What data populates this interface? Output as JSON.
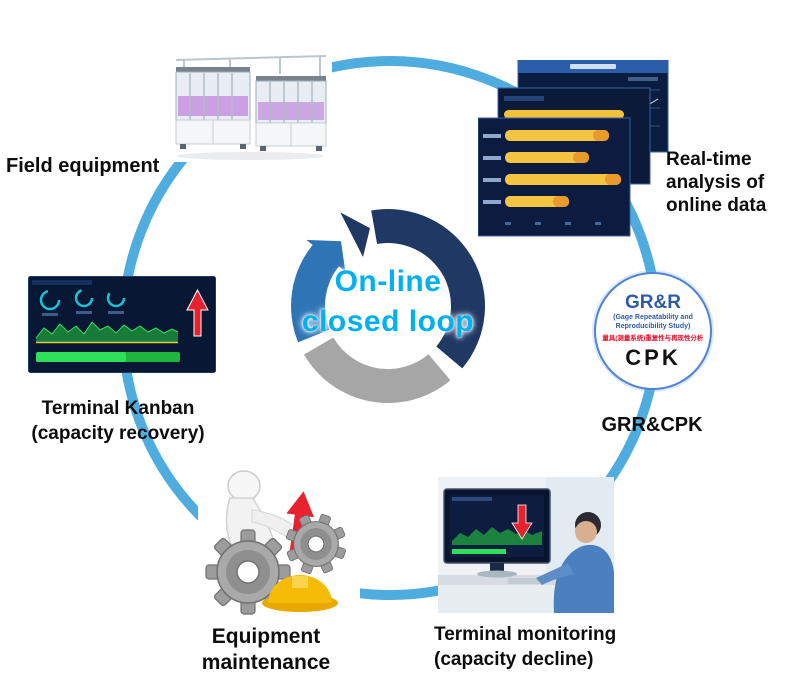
{
  "center": {
    "title_line1": "On-line",
    "title_line2": "closed loop"
  },
  "nodes": {
    "field_equipment": {
      "label": "Field equipment"
    },
    "realtime_analysis": {
      "line1": "Real-time",
      "line2": "analysis of",
      "line3": "online data"
    },
    "grr": {
      "badge_title": "GR&R",
      "badge_sub1": "(Gage Repeatability and",
      "badge_sub2": "Reproducibility Study)",
      "badge_cn": "量具(测量系统)重复性与再现性分析",
      "badge_cpk": "CPK",
      "label": "GRR&CPK"
    },
    "terminal_monitoring": {
      "line1": "Terminal monitoring",
      "line2": "(capacity decline)"
    },
    "equipment_maintenance": {
      "line1": "Equipment",
      "line2": "maintenance"
    },
    "terminal_kanban": {
      "line1": "Terminal Kanban",
      "line2": "(capacity recovery)"
    }
  },
  "icons": {
    "red_up_arrow": "red-up-arrow-icon",
    "red_down_arrow": "red-down-arrow-icon",
    "gear": "gear-icon",
    "hard_hat": "hard-hat-icon"
  },
  "colors": {
    "loop_ring": "#4facdf",
    "center_title": "#00b0f0",
    "cycle_arc_dark": "#1f3864",
    "cycle_arc_blue": "#2e75b6",
    "cycle_arc_gray": "#a6a6a6",
    "badge_border": "#4f81d8",
    "badge_blue_text": "#2e5ba8",
    "badge_red_text": "#e8112d",
    "alert_arrow_red": "#e8212e",
    "dashboard_navy": "#0b1c40",
    "dashboard_bar_yellow": "#f5c542",
    "chart_green": "#2ee059",
    "helmet_yellow": "#f6bb06",
    "label_text": "#0d0d0d"
  }
}
